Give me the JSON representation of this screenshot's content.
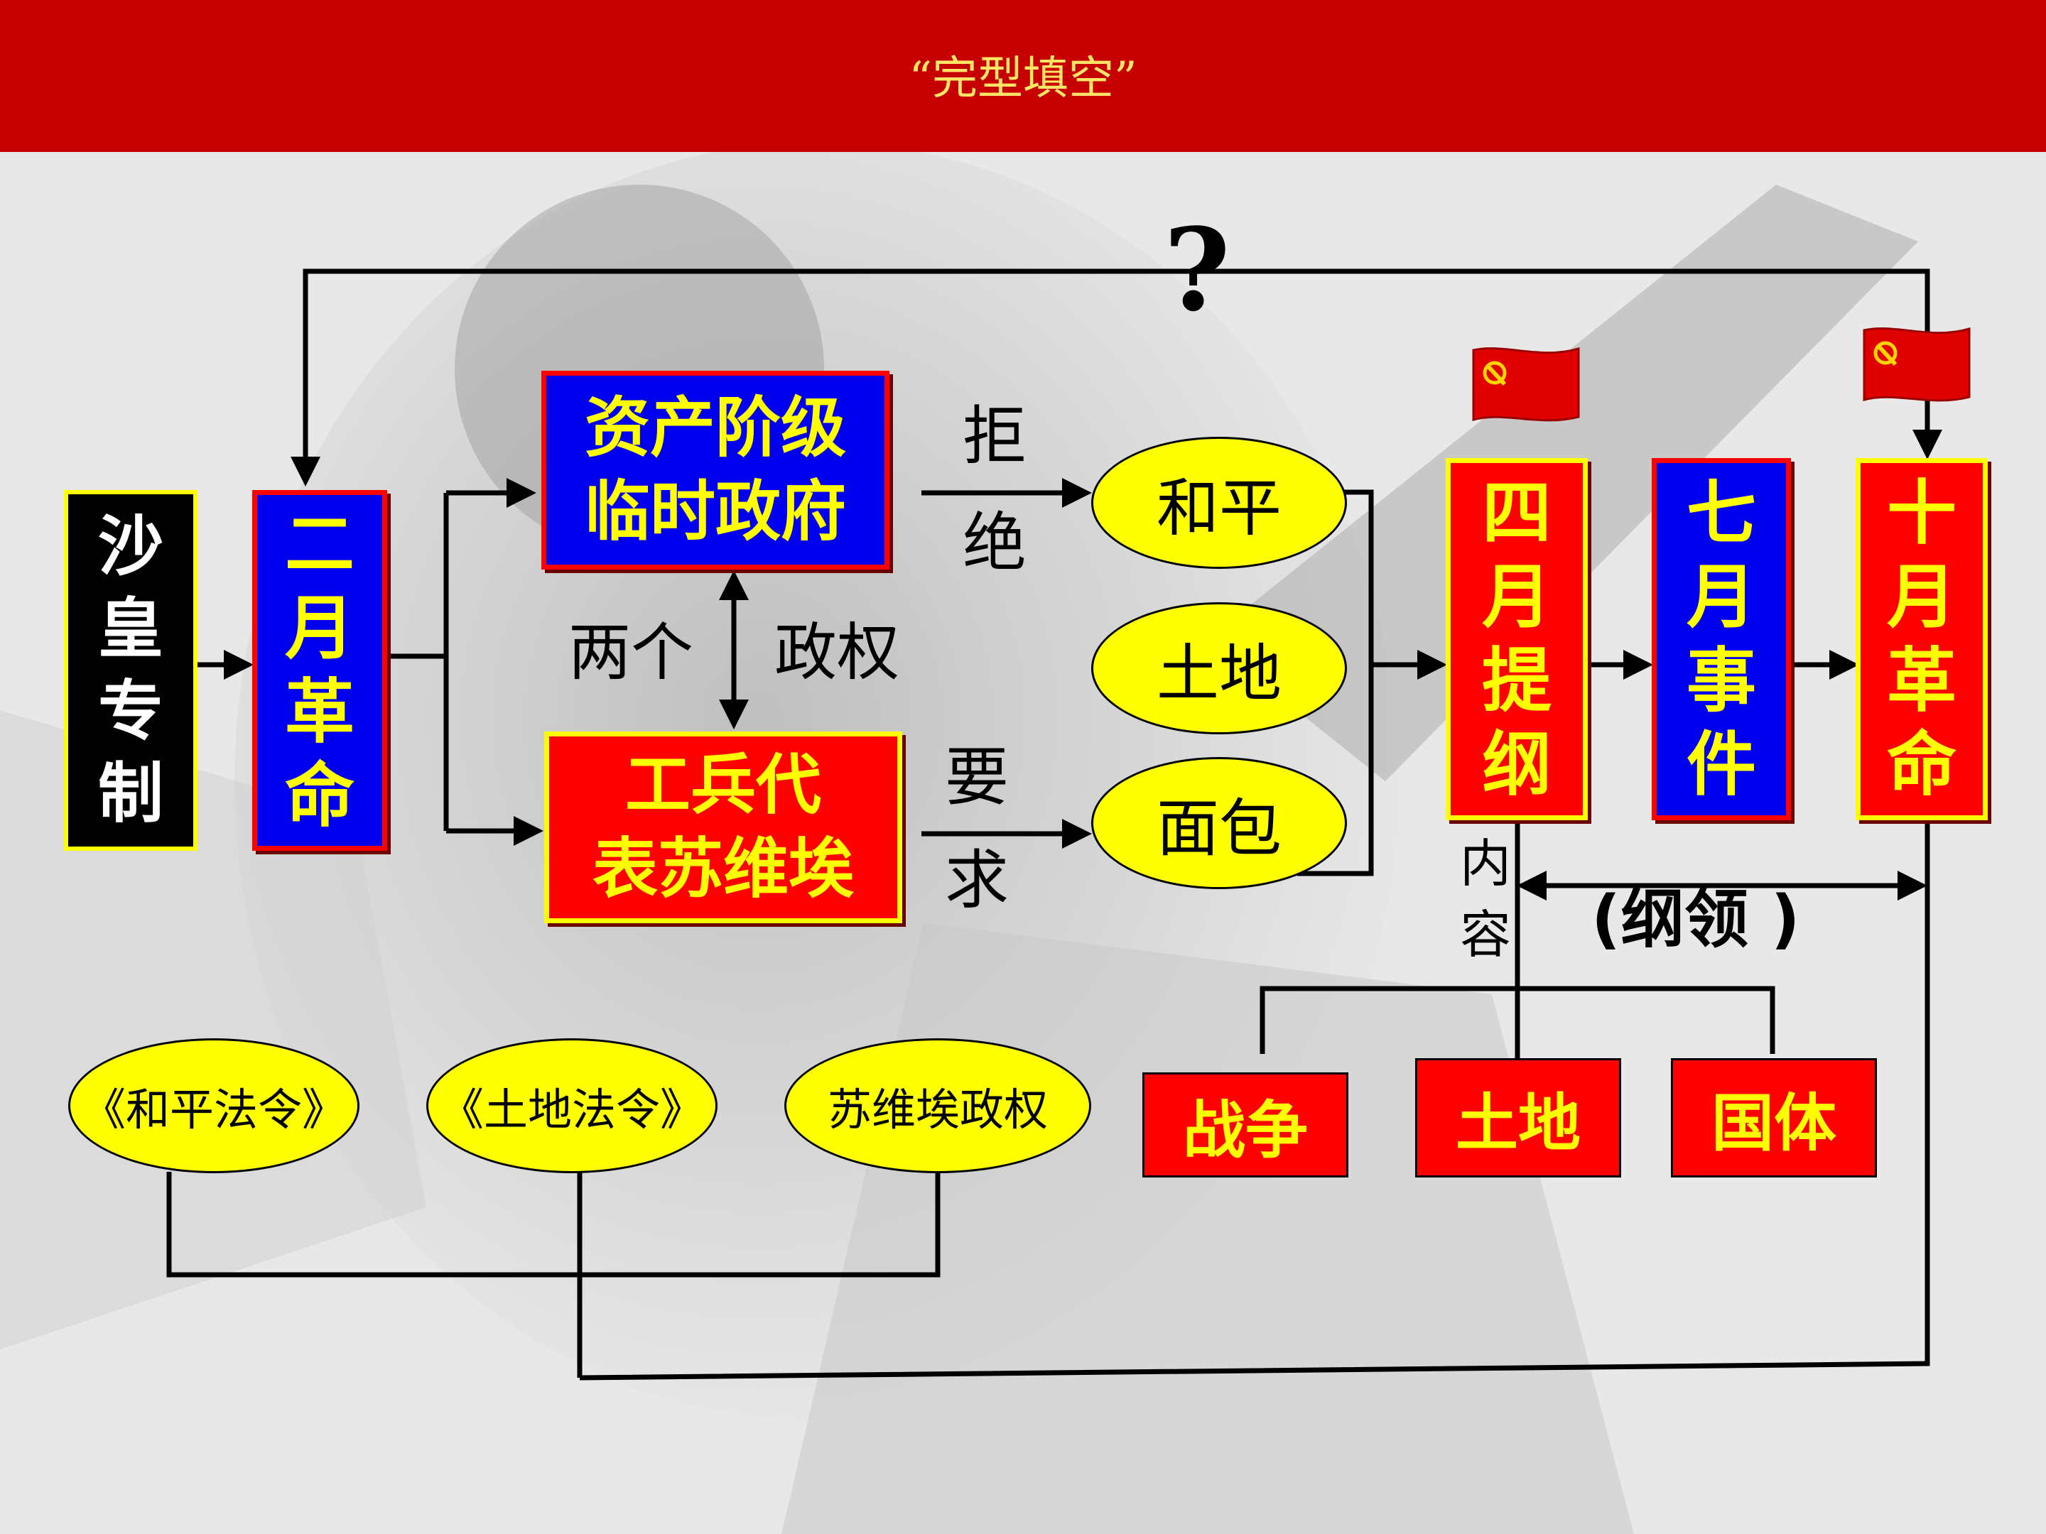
{
  "header": {
    "title": "“完型填空”"
  },
  "question_mark": "?",
  "boxes": {
    "tsar": "沙皇专制",
    "feb_revolution": "二月革命",
    "provisional_government": {
      "line1": "资产阶级",
      "line2": "临时政府"
    },
    "soviet": {
      "line1": "工兵代",
      "line2": "表苏维埃"
    },
    "april_theses": "四月提纲",
    "july_days": "七月事件",
    "october_revolution": "十月革命",
    "war": "战争",
    "land_box": "土地",
    "state_system": "国体"
  },
  "labels": {
    "refuse": {
      "c1": "拒",
      "c2": "绝"
    },
    "demand": {
      "c1": "要",
      "c2": "求"
    },
    "dual_left": "两个",
    "dual_right": "政权",
    "content": {
      "c1": "内",
      "c2": "容"
    },
    "program": "(纲领 )"
  },
  "ellipses": {
    "peace": "和平",
    "land": "土地",
    "bread": "面包",
    "peace_decree": "《和平法令》",
    "land_decree": "《土地法令》",
    "soviet_power": "苏维埃政权"
  },
  "colors": {
    "header_red": "#c60000",
    "title_yellow": "#ffe566",
    "box_blue": "#0000ee",
    "box_red": "#ff0000",
    "ellipse_yellow": "#ffff00",
    "black": "#000000"
  },
  "icons": [
    "soviet-flag-icon"
  ]
}
